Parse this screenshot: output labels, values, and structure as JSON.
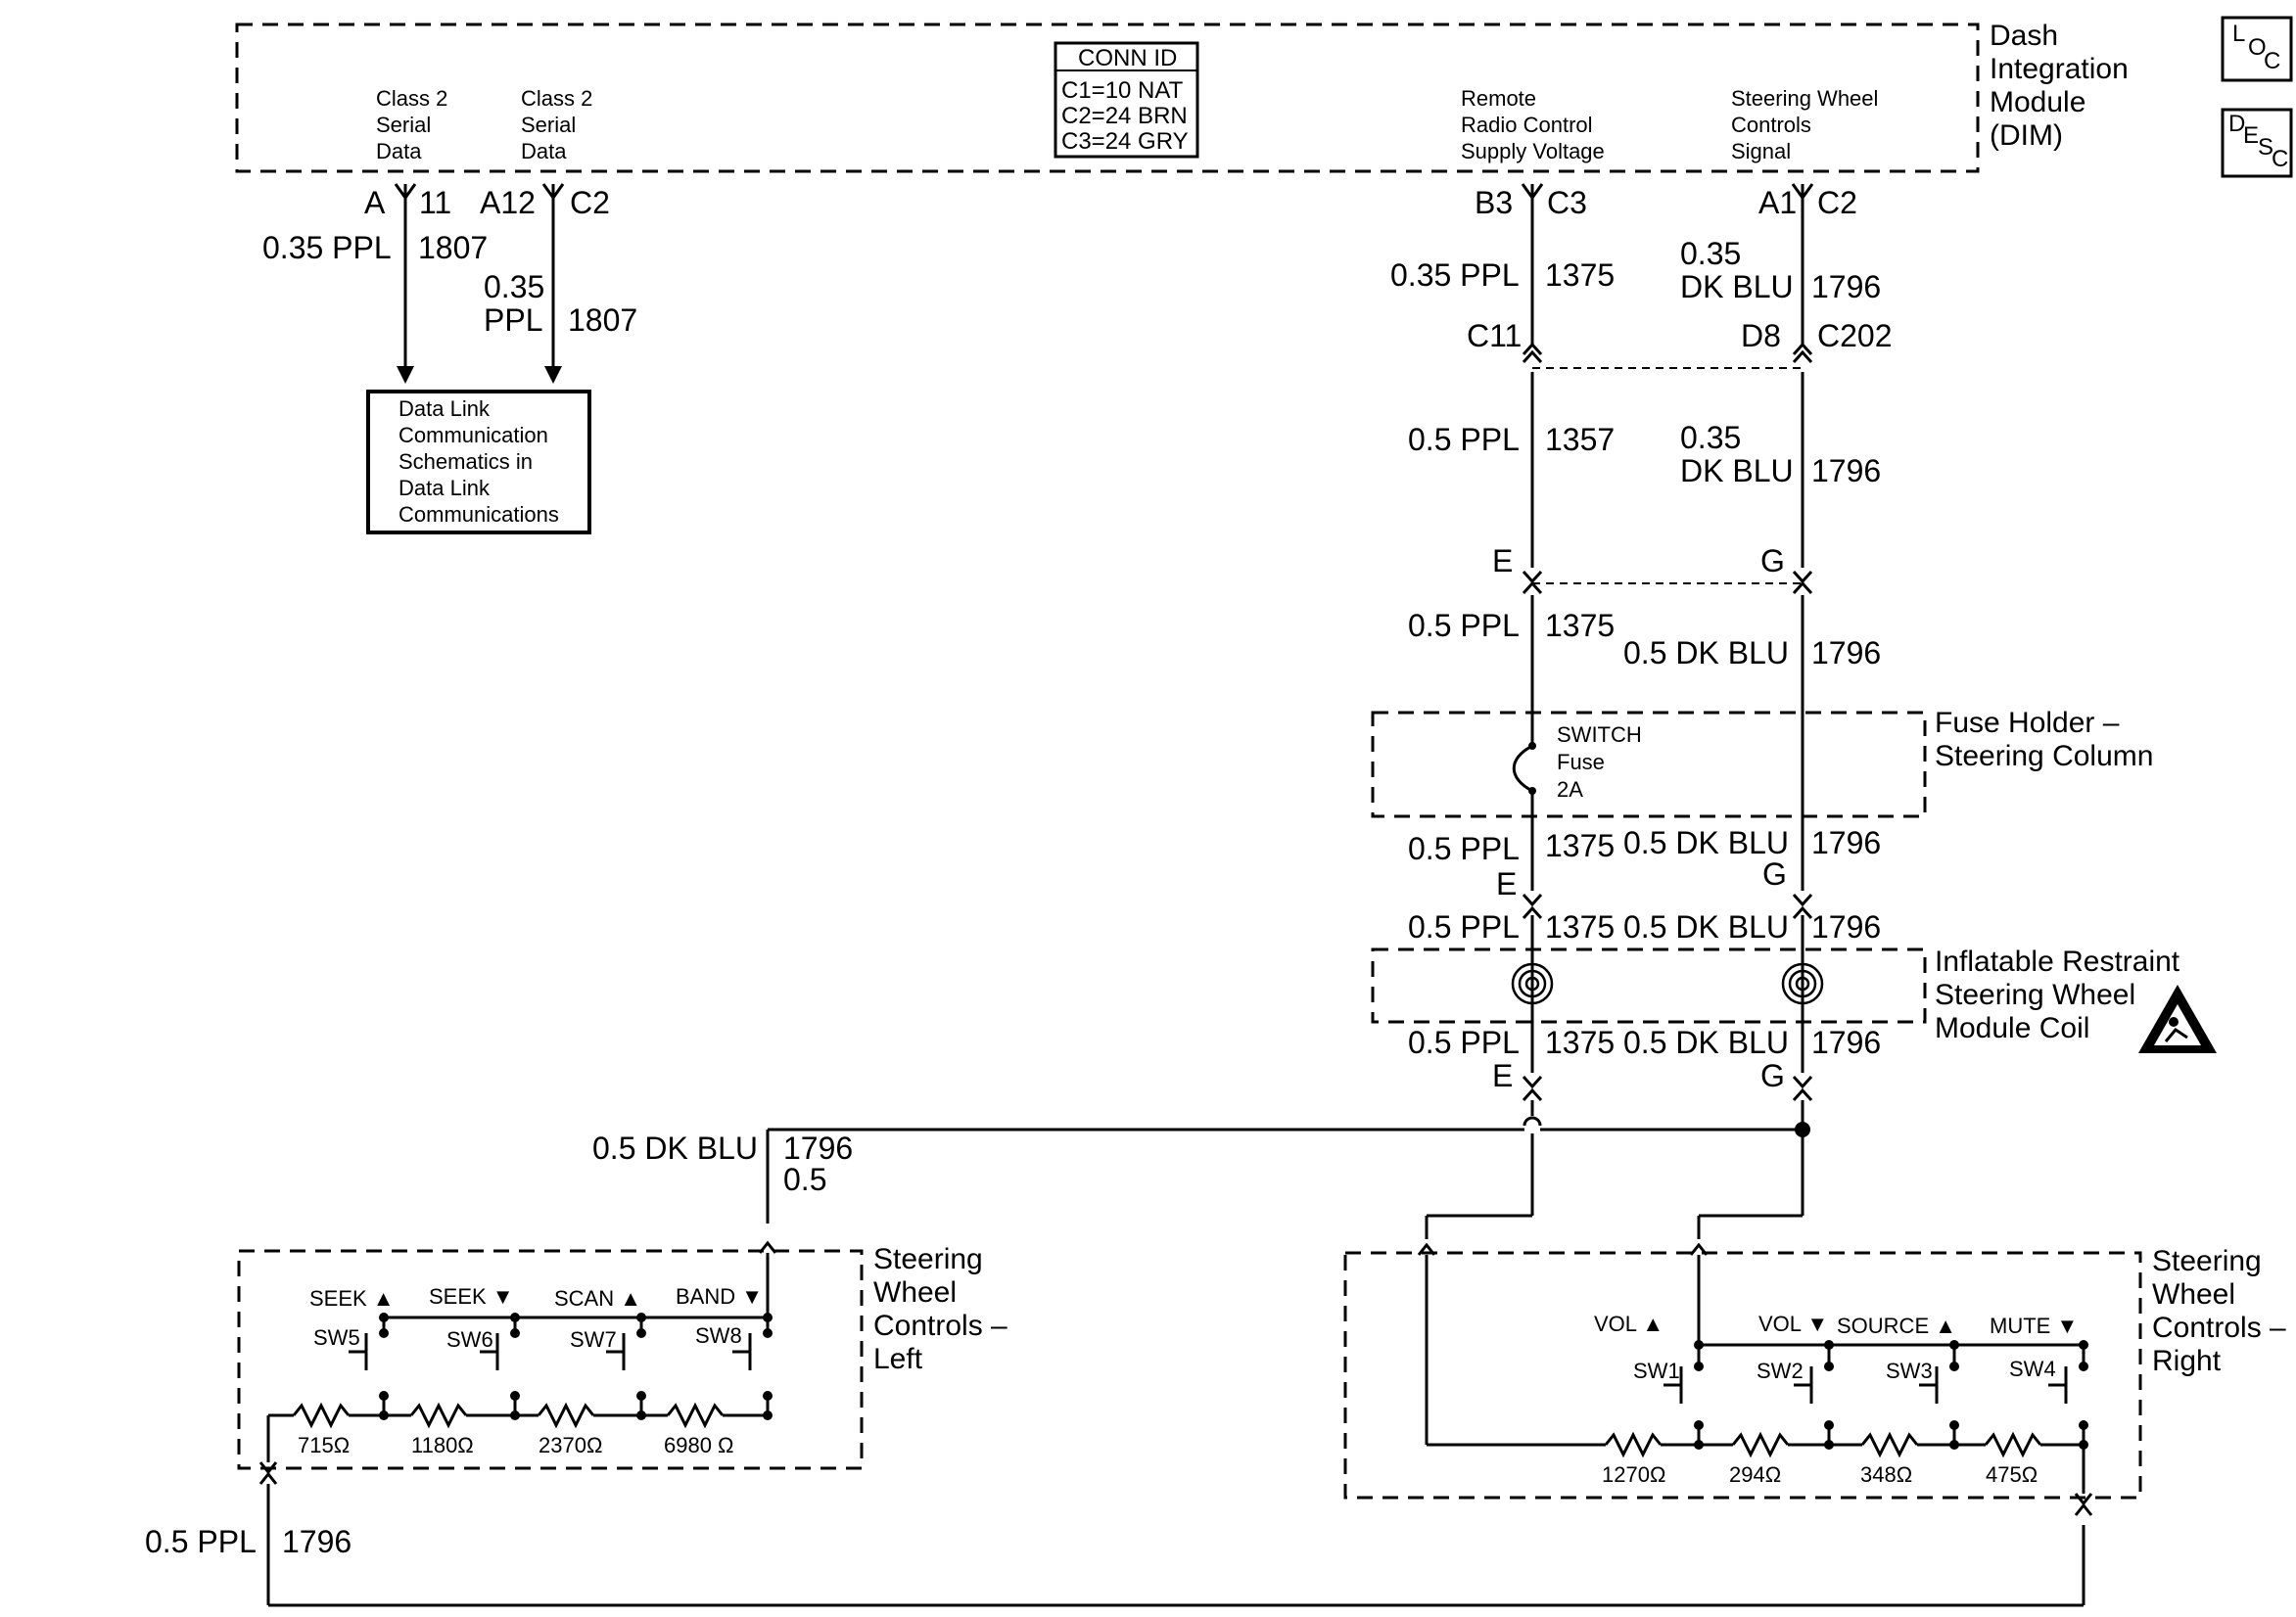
{
  "icons": {
    "loc": {
      "letters": [
        "L",
        "O",
        "C"
      ]
    },
    "desc": {
      "letters": [
        "D",
        "E",
        "S",
        "C"
      ]
    }
  },
  "dim": {
    "title_lines": [
      "Dash",
      "Integration",
      "Module",
      "(DIM)"
    ],
    "conn_id": {
      "title": "CONN ID",
      "rows": [
        "C1=10 NAT",
        "C2=24 BRN",
        "C3=24 GRY"
      ]
    },
    "pin_labels": {
      "class2_a": [
        "Class 2",
        "Serial",
        "Data"
      ],
      "class2_b": [
        "Class 2",
        "Serial",
        "Data"
      ],
      "remote": [
        "Remote",
        "Radio Control",
        "Supply Voltage"
      ],
      "swc": [
        "Steering Wheel",
        "Controls",
        "Signal"
      ]
    }
  },
  "pins": {
    "a": "A",
    "a11": "11",
    "a12": "A12",
    "c2a": "C2",
    "b3": "B3",
    "c3": "C3",
    "a1": "A1",
    "c2b": "C2"
  },
  "wires": {
    "ppl035": "0.35 PPL",
    "ppl035_split": [
      "0.35",
      "PPL"
    ],
    "ppl05": "0.5 PPL",
    "dkblu035": [
      "0.35",
      "DK BLU"
    ],
    "dkblu05": "0.5 DK BLU",
    "c1807": "1807",
    "c1375": "1375",
    "c1357": "1357",
    "c1796": "1796",
    "half": "0.5"
  },
  "connectors": {
    "c11": "C11",
    "d8": "D8",
    "c202": "C202",
    "e": "E",
    "g": "G"
  },
  "data_link_box": [
    "Data Link",
    "Communication",
    "Schematics in",
    "Data Link",
    "Communications"
  ],
  "fuse": {
    "holder": [
      "Fuse Holder –",
      "Steering Column"
    ],
    "lines": [
      "SWITCH",
      "Fuse",
      "2A"
    ]
  },
  "coil": {
    "label": [
      "Inflatable Restraint",
      "Steering Wheel",
      "Module Coil"
    ]
  },
  "left_controls": {
    "label": [
      "Steering",
      "Wheel",
      "Controls –",
      "Left"
    ],
    "buttons": [
      "SEEK ▲",
      "SEEK ▼",
      "SCAN ▲",
      "BAND ▼"
    ],
    "switches": [
      "SW5",
      "SW6",
      "SW7",
      "SW8"
    ],
    "resistors": [
      "715Ω",
      "1180Ω",
      "2370Ω",
      "6980 Ω"
    ]
  },
  "right_controls": {
    "label": [
      "Steering",
      "Wheel",
      "Controls –",
      "Right"
    ],
    "buttons": [
      "VOL ▲",
      "VOL ▼",
      "SOURCE ▲",
      "MUTE ▼"
    ],
    "switches": [
      "SW1",
      "SW2",
      "SW3",
      "SW4"
    ],
    "resistors": [
      "1270Ω",
      "294Ω",
      "348Ω",
      "475Ω"
    ]
  },
  "colors": {
    "ink": "#000000",
    "background": "#ffffff"
  }
}
